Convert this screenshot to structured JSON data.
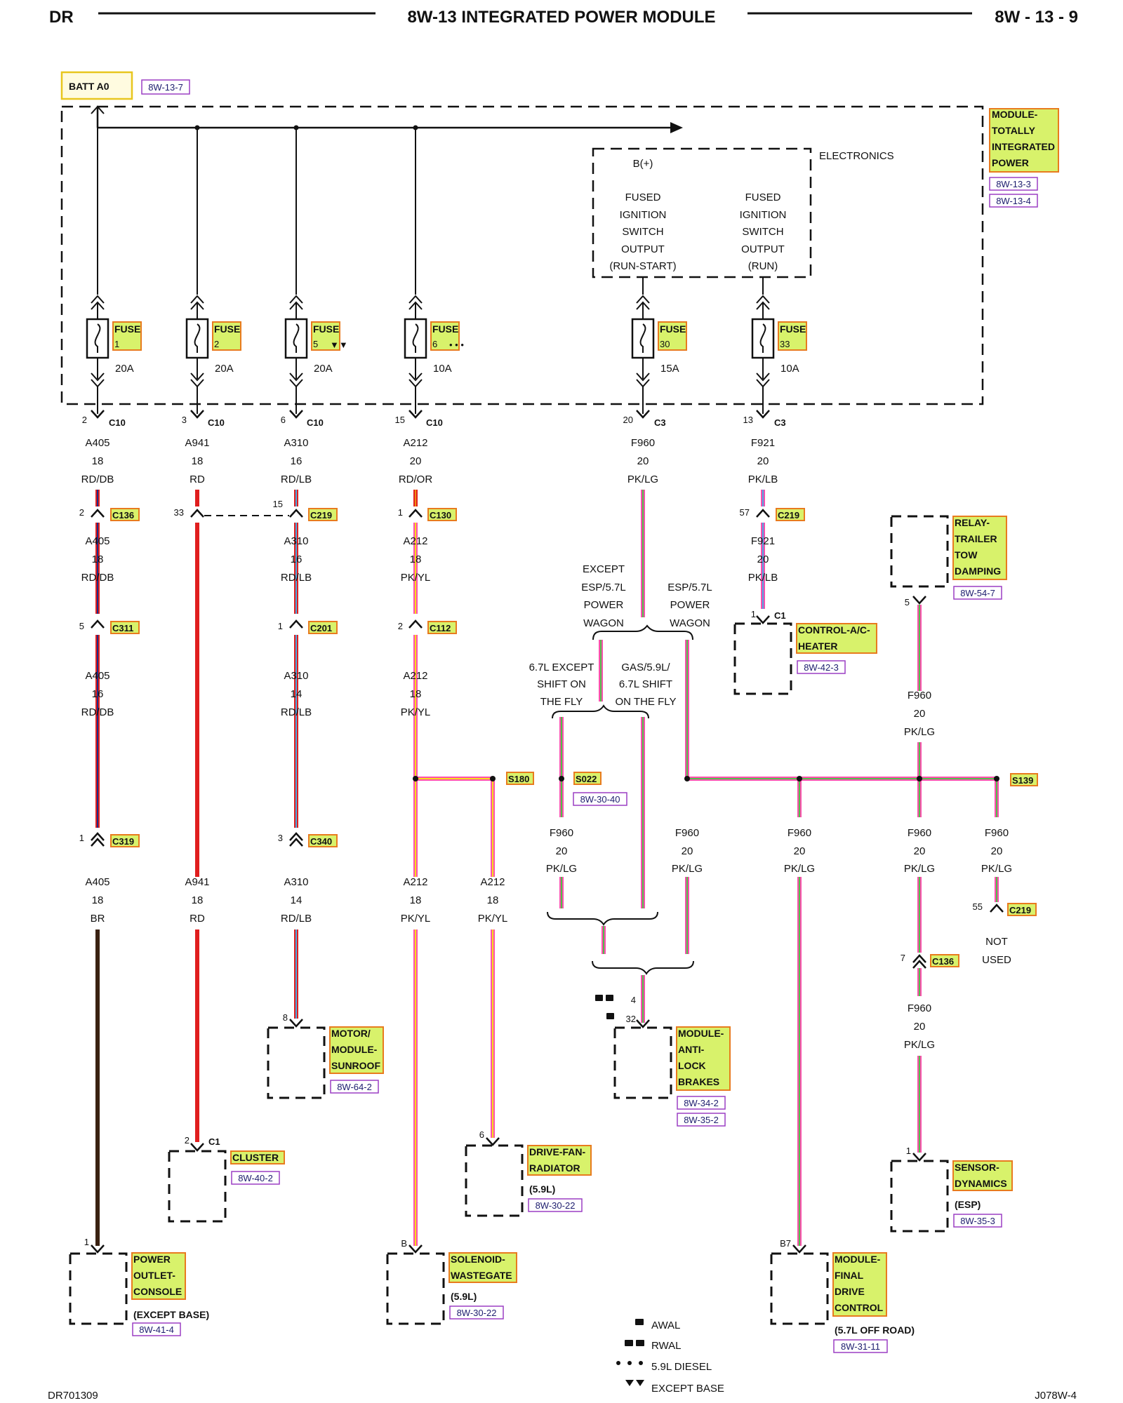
{
  "header": {
    "left": "DR",
    "title": "8W-13 INTEGRATED POWER MODULE",
    "right": "8W - 13 - 9"
  },
  "footer": {
    "left": "DR701309",
    "right": "J078W-4"
  },
  "source": {
    "label": "BATT A0",
    "ref": "8W-13-7"
  },
  "module_label": {
    "lines": [
      "MODULE-",
      "TOTALLY",
      "INTEGRATED",
      "POWER"
    ],
    "refs": [
      "8W-13-3",
      "8W-13-4"
    ]
  },
  "electronics": {
    "label": "ELECTRONICS",
    "bplus": "B(+)",
    "left_lines": [
      "FUSED",
      "IGNITION",
      "SWITCH",
      "OUTPUT",
      "(RUN-START)"
    ],
    "right_lines": [
      "FUSED",
      "IGNITION",
      "SWITCH",
      "OUTPUT",
      "(RUN)"
    ]
  },
  "fuses": [
    {
      "label": "FUSE",
      "number": "1",
      "rating": "20A",
      "mark": ""
    },
    {
      "label": "FUSE",
      "number": "2",
      "rating": "20A",
      "mark": ""
    },
    {
      "label": "FUSE",
      "number": "5",
      "rating": "20A",
      "mark": "▼▼"
    },
    {
      "label": "FUSE",
      "number": "6",
      "rating": "10A",
      "mark": "• • •"
    },
    {
      "label": "FUSE",
      "number": "30",
      "rating": "15A",
      "mark": ""
    },
    {
      "label": "FUSE",
      "number": "33",
      "rating": "10A",
      "mark": ""
    }
  ],
  "circuits": {
    "c1": {
      "top_pin": "2",
      "top_conn": "C10",
      "wire1": [
        "A405",
        "18",
        "RD/DB"
      ],
      "j1_pin": "2",
      "j1_conn": "C136",
      "wire2": [
        "A405",
        "18",
        "RD/DB"
      ],
      "j2_pin": "5",
      "j2_conn": "C311",
      "wire3": [
        "A405",
        "16",
        "RD/DB"
      ],
      "j3_pin": "1",
      "j3_conn": "C319",
      "wire4": [
        "A405",
        "18",
        "BR"
      ],
      "end_pin": "1",
      "end_lines": [
        "POWER",
        "OUTLET-",
        "CONSOLE"
      ],
      "end_note": "(EXCEPT BASE)",
      "end_ref": "8W-41-4"
    },
    "c2": {
      "top_pin": "3",
      "top_conn": "C10",
      "wire1": [
        "A941",
        "18",
        "RD"
      ],
      "j1_pin": "33",
      "wire2": [
        "A941",
        "18",
        "RD"
      ],
      "end_pin": "2",
      "end_conn": "C1",
      "end_lines": [
        "CLUSTER"
      ],
      "end_ref": "8W-40-2"
    },
    "c3": {
      "top_pin": "6",
      "top_conn": "C10",
      "wire1": [
        "A310",
        "16",
        "RD/LB"
      ],
      "j1_pin": "15",
      "j1_conn": "C219",
      "wire2": [
        "A310",
        "16",
        "RD/LB"
      ],
      "j2_pin": "1",
      "j2_conn": "C201",
      "wire3": [
        "A310",
        "14",
        "RD/LB"
      ],
      "j3_pin": "3",
      "j3_conn": "C340",
      "wire4": [
        "A310",
        "14",
        "RD/LB"
      ],
      "end_pin": "8",
      "end_lines": [
        "MOTOR/",
        "MODULE-",
        "SUNROOF"
      ],
      "end_ref": "8W-64-2"
    },
    "c4": {
      "top_pin": "15",
      "top_conn": "C10",
      "wire1": [
        "A212",
        "20",
        "RD/OR"
      ],
      "j1_pin": "1",
      "j1_conn": "C130",
      "wire2": [
        "A212",
        "18",
        "PK/YL"
      ],
      "j2_pin": "2",
      "j2_conn": "C112",
      "wire3": [
        "A212",
        "18",
        "PK/YL"
      ],
      "splice": "S180",
      "wire4": [
        "A212",
        "18",
        "PK/YL"
      ],
      "wire5": [
        "A212",
        "18",
        "PK/YL"
      ],
      "end_pin": "B",
      "end_lines": [
        "SOLENOID-",
        "WASTEGATE"
      ],
      "end_note": "(5.9L)",
      "end_ref": "8W-30-22",
      "fan_pin": "6",
      "fan_lines": [
        "DRIVE-FAN-",
        "RADIATOR"
      ],
      "fan_note": "(5.9L)",
      "fan_ref": "8W-30-22"
    },
    "c5": {
      "top_pin": "20",
      "top_conn": "C3",
      "wire1": [
        "F960",
        "20",
        "PK/LG"
      ],
      "opt_a": [
        "EXCEPT",
        "ESP/5.7L",
        "POWER",
        "WAGON"
      ],
      "opt_b": [
        "ESP/5.7L",
        "POWER",
        "WAGON"
      ],
      "opt_c": [
        "6.7L EXCEPT",
        "SHIFT ON",
        "THE FLY"
      ],
      "opt_d": [
        "GAS/5.9L/",
        "6.7L SHIFT",
        "ON THE FLY"
      ],
      "splice": "S022",
      "splice_ref": "8W-30-40",
      "wire2": [
        "F960",
        "20",
        "PK/LG"
      ],
      "pin_a": "4",
      "pin_b": "32",
      "abs_lines": [
        "MODULE-",
        "ANTI-",
        "LOCK",
        "BRAKES"
      ],
      "abs_refs": [
        "8W-34-2",
        "8W-35-2"
      ]
    },
    "c6": {
      "top_pin": "13",
      "top_conn": "C3",
      "wire1": [
        "F921",
        "20",
        "PK/LB"
      ],
      "j1_pin": "57",
      "j1_conn": "C219",
      "wire2": [
        "F921",
        "20",
        "PK/LB"
      ],
      "end_pin": "1",
      "end_conn": "C1",
      "end_lines": [
        "CONTROL-A/C-",
        "HEATER"
      ],
      "end_ref": "8W-42-3"
    },
    "bus": {
      "wire_f1": [
        "F960",
        "20",
        "PK/LG"
      ],
      "wire_f2": [
        "F960",
        "20",
        "PK/LG"
      ],
      "wire_f3": [
        "F960",
        "20",
        "PK/LG"
      ],
      "wire_f4": [
        "F960",
        "20",
        "PK/LG"
      ],
      "wire_f5": [
        "F960",
        "20",
        "PK/LG"
      ],
      "wire_f6": [
        "F960",
        "20",
        "PK/LG"
      ],
      "splice": "S139",
      "relay_pin": "5",
      "relay_lines": [
        "RELAY-",
        "TRAILER",
        "TOW",
        "DAMPING"
      ],
      "relay_ref": "8W-54-7",
      "fdc_pin": "B7",
      "fdc_lines": [
        "MODULE-",
        "FINAL",
        "DRIVE",
        "CONTROL"
      ],
      "fdc_note": "(5.7L OFF ROAD)",
      "fdc_ref": "8W-31-11",
      "j7_pin": "7",
      "j7_conn": "C136",
      "sensor_pin": "1",
      "sensor_lines": [
        "SENSOR-",
        "DYNAMICS"
      ],
      "sensor_note": "(ESP)",
      "sensor_ref": "8W-35-3",
      "j55_pin": "55",
      "j55_conn": "C219",
      "not_used": [
        "NOT",
        "USED"
      ]
    }
  },
  "legend": [
    {
      "symbol": "awal",
      "label": "AWAL"
    },
    {
      "symbol": "rwal",
      "label": "RWAL"
    },
    {
      "symbol": "diesel",
      "label": "5.9L DIESEL"
    },
    {
      "symbol": "except_base",
      "label": "EXCEPT BASE"
    }
  ],
  "colors": {
    "RD": "#e01e1e",
    "DB": "#1f2e8a",
    "LB": "#4aa8e0",
    "OR": "#f08a10",
    "PK": "#ff4fae",
    "YL": "#f4e01a",
    "LG": "#4ec24a",
    "BR": "#3a2212",
    "highlight": "#d8f26b",
    "highlight_border": "#e87b1e",
    "ref_border": "#9b3fc4"
  }
}
